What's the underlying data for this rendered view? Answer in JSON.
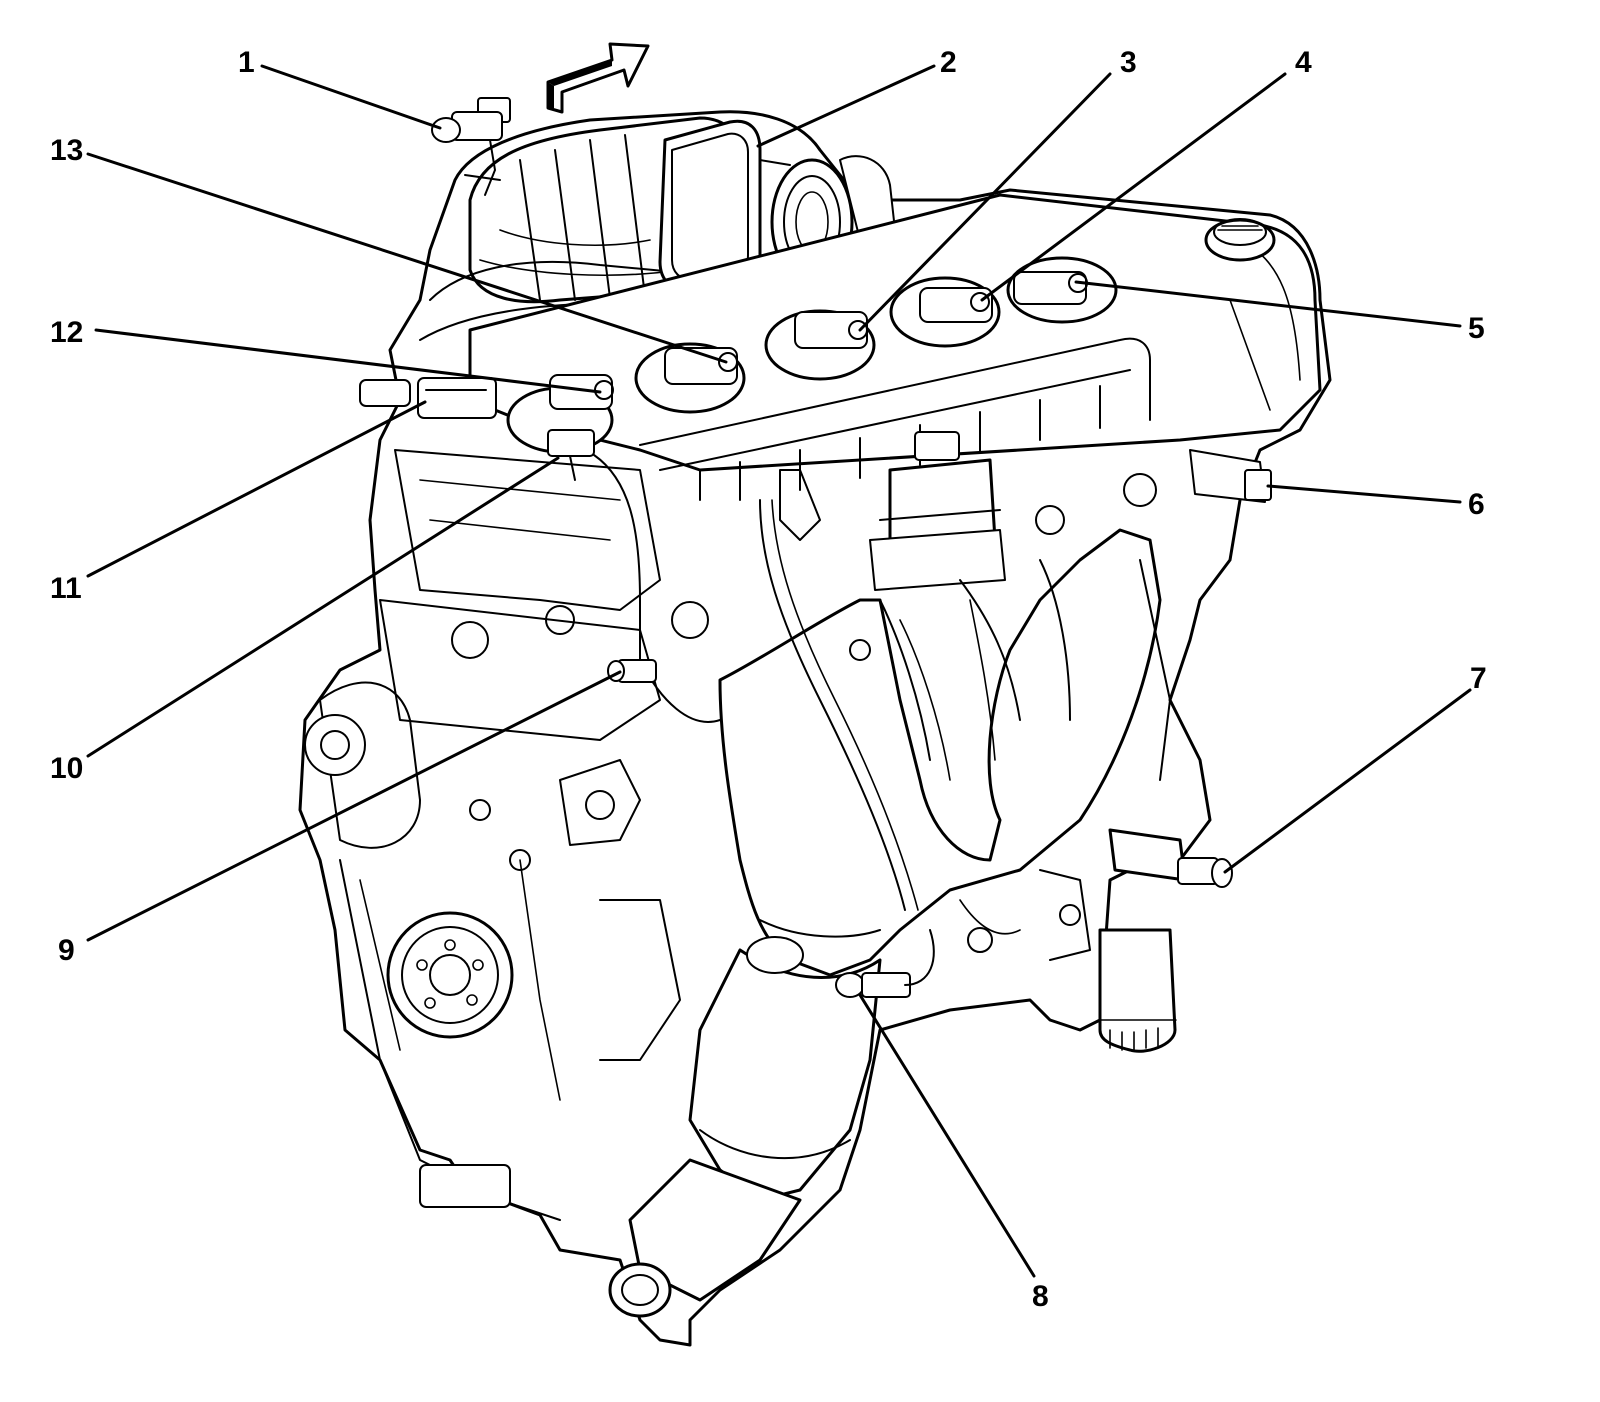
{
  "diagram": {
    "callouts": [
      {
        "label": "1"
      },
      {
        "label": "2"
      },
      {
        "label": "3"
      },
      {
        "label": "4"
      },
      {
        "label": "5"
      },
      {
        "label": "6"
      },
      {
        "label": "7"
      },
      {
        "label": "8"
      },
      {
        "label": "9"
      },
      {
        "label": "10"
      },
      {
        "label": "11"
      },
      {
        "label": "12"
      },
      {
        "label": "13"
      }
    ],
    "colors": {
      "ink": "#000000",
      "paper": "#ffffff"
    }
  }
}
